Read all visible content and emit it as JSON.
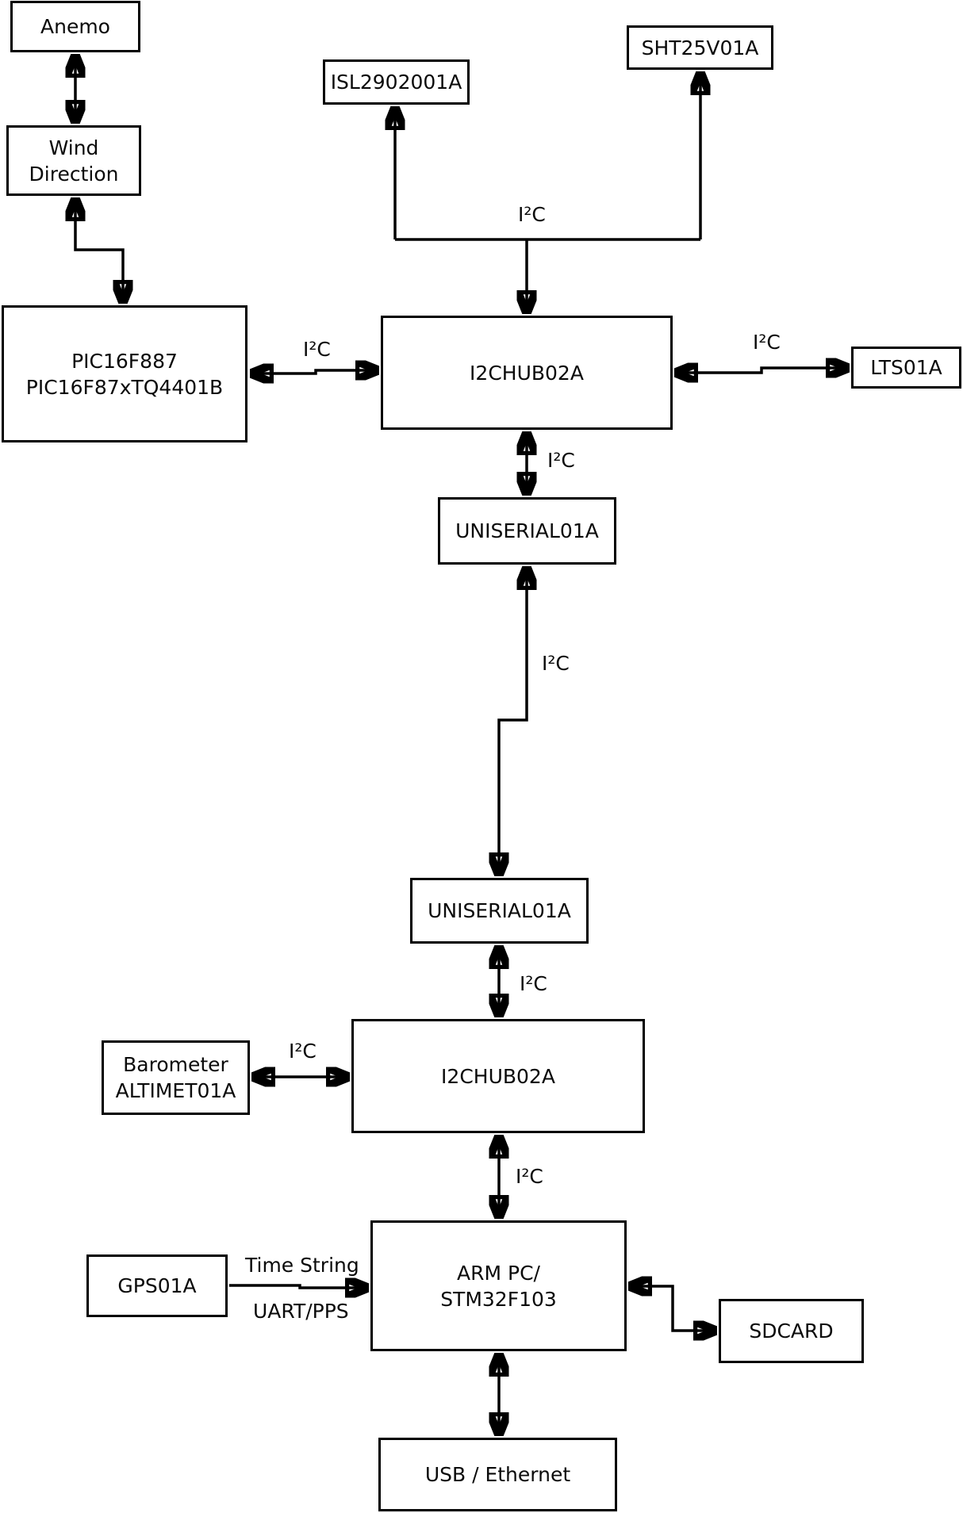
{
  "diagram": {
    "background_color": "#ffffff",
    "line_color": "#000000",
    "bus_name": "I²C",
    "nodes": [
      {
        "id": "anemo",
        "lines": [
          "Anemo"
        ]
      },
      {
        "id": "wind-direction",
        "lines": [
          "Wind",
          "Direction"
        ]
      },
      {
        "id": "pic",
        "lines": [
          "PIC16F887",
          "PIC16F87xTQ4401B"
        ]
      },
      {
        "id": "isl",
        "lines": [
          "ISL2902001A"
        ]
      },
      {
        "id": "sht",
        "lines": [
          "SHT25V01A"
        ]
      },
      {
        "id": "i2c-hub-1",
        "lines": [
          "I2CHUB02A"
        ]
      },
      {
        "id": "lts",
        "lines": [
          "LTS01A"
        ]
      },
      {
        "id": "uniserial-1",
        "lines": [
          "UNISERIAL01A"
        ]
      },
      {
        "id": "uniserial-2",
        "lines": [
          "UNISERIAL01A"
        ]
      },
      {
        "id": "i2c-hub-2",
        "lines": [
          "I2CHUB02A"
        ]
      },
      {
        "id": "barometer",
        "lines": [
          "Barometer",
          "ALTIMET01A"
        ]
      },
      {
        "id": "gps",
        "lines": [
          "GPS01A"
        ]
      },
      {
        "id": "arm-pc",
        "lines": [
          "ARM PC/",
          "STM32F103"
        ]
      },
      {
        "id": "sdcard",
        "lines": [
          "SDCARD"
        ]
      },
      {
        "id": "usb-ethernet",
        "lines": [
          "USB / Ethernet"
        ]
      }
    ],
    "edge_labels": [
      {
        "id": "i2c-bus-top",
        "text": "I²C"
      },
      {
        "id": "i2c-pic-hub1",
        "text": "I²C"
      },
      {
        "id": "i2c-hub1-lts",
        "text": "I²C"
      },
      {
        "id": "i2c-hub1-uni1",
        "text": "I²C"
      },
      {
        "id": "i2c-uni1-uni2",
        "text": "I²C"
      },
      {
        "id": "i2c-uni2-hub2",
        "text": "I²C"
      },
      {
        "id": "i2c-baro-hub2",
        "text": "I²C"
      },
      {
        "id": "i2c-hub2-arm",
        "text": "I²C"
      },
      {
        "id": "time-string",
        "text": "Time String"
      },
      {
        "id": "uart-pps",
        "text": "UART/PPS"
      }
    ]
  }
}
